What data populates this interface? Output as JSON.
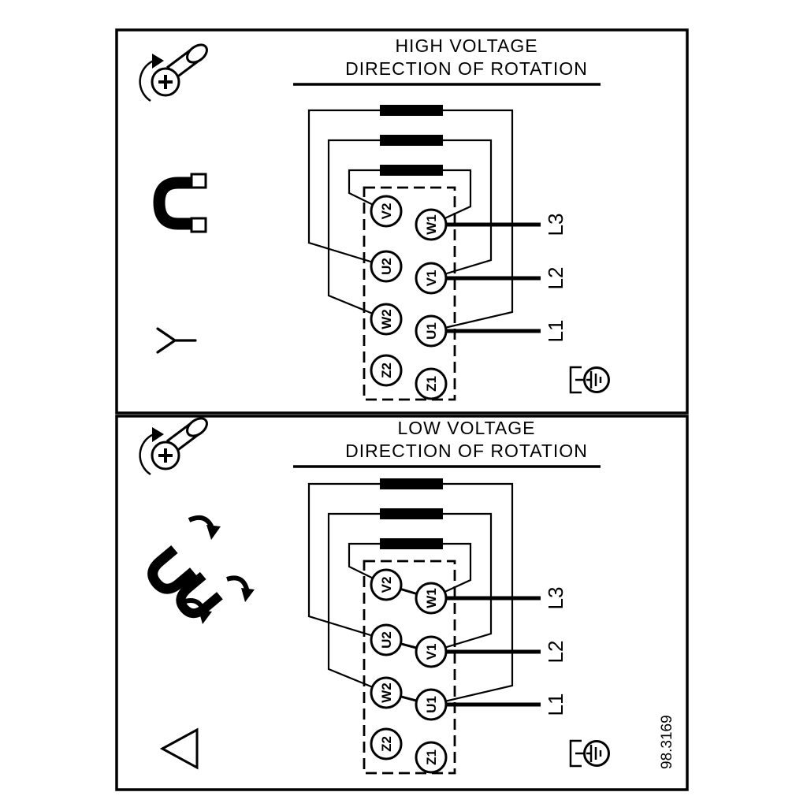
{
  "figure_number": "98.3169",
  "panels": {
    "high": {
      "title_line1": "HIGH VOLTAGE",
      "title_line2": "DIRECTION OF ROTATION",
      "connection_symbol": "star",
      "terminals": {
        "tl": "V2",
        "ml": "U2",
        "bl": "W2",
        "zl": "Z2",
        "tr": "W1",
        "mr": "V1",
        "br": "U1",
        "zr": "Z1"
      },
      "supply_lines": {
        "top": "L3",
        "middle": "L2",
        "bottom": "L1"
      }
    },
    "low": {
      "title_line1": "LOW VOLTAGE",
      "title_line2": "DIRECTION OF ROTATION",
      "connection_symbol": "delta",
      "terminals": {
        "tl": "V2",
        "ml": "U2",
        "bl": "W2",
        "zl": "Z2",
        "tr": "W1",
        "mr": "V1",
        "br": "U1",
        "zr": "Z1"
      },
      "supply_lines": {
        "top": "L3",
        "middle": "L2",
        "bottom": "L1"
      }
    }
  },
  "icons": {
    "screw": "screw-rotation-icon",
    "jumper_link": "jumper-link-icon",
    "star": "star-connection-icon",
    "delta": "delta-connection-icon",
    "jumper_links_move": "jumper-links-placement-icon",
    "ground": "ground-terminal-icon"
  },
  "colors": {
    "line": "#000000",
    "background": "#ffffff"
  }
}
